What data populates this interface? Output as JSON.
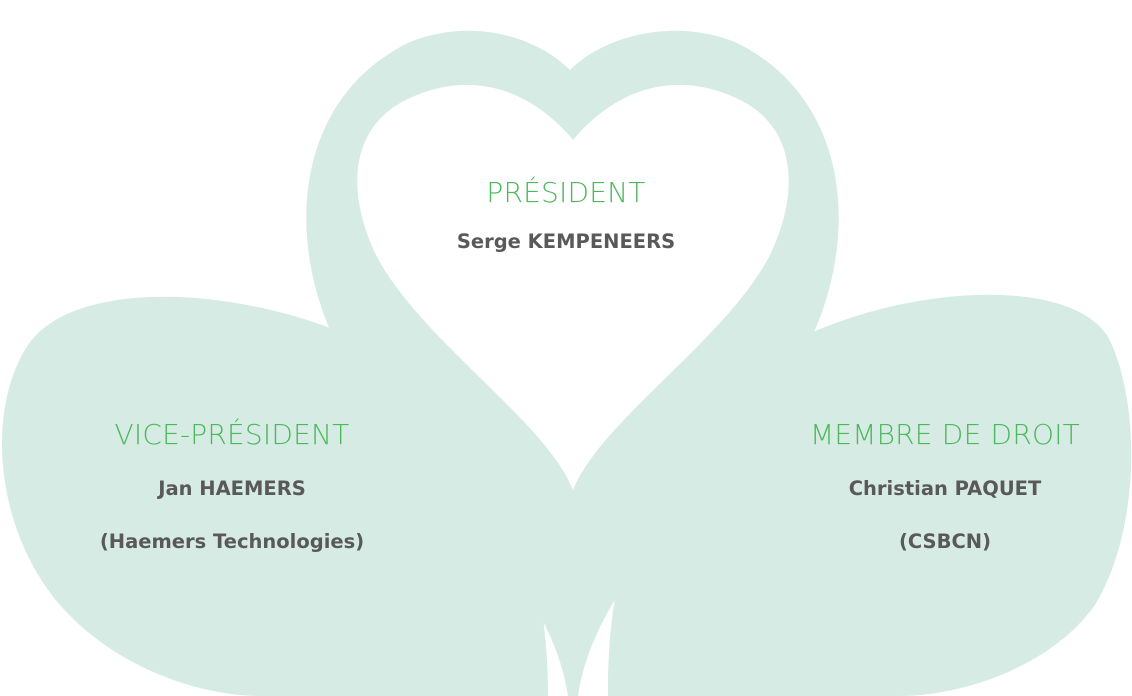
{
  "colors": {
    "shape_fill": "#d7ebe5",
    "role_green": "#4bb85a",
    "name_gray": "#595959"
  },
  "president": {
    "role": "PRÉSIDENT",
    "name": "Serge KEMPENEERS"
  },
  "vice_president": {
    "role": "VICE-PRÉSIDENT",
    "name_line1": "Jan HAEMERS",
    "name_line2": "(Haemers Technologies)"
  },
  "membre_de_droit": {
    "role": "MEMBRE DE DROIT",
    "name_line1": "Christian PAQUET",
    "name_line2": "(CSBCN)"
  }
}
